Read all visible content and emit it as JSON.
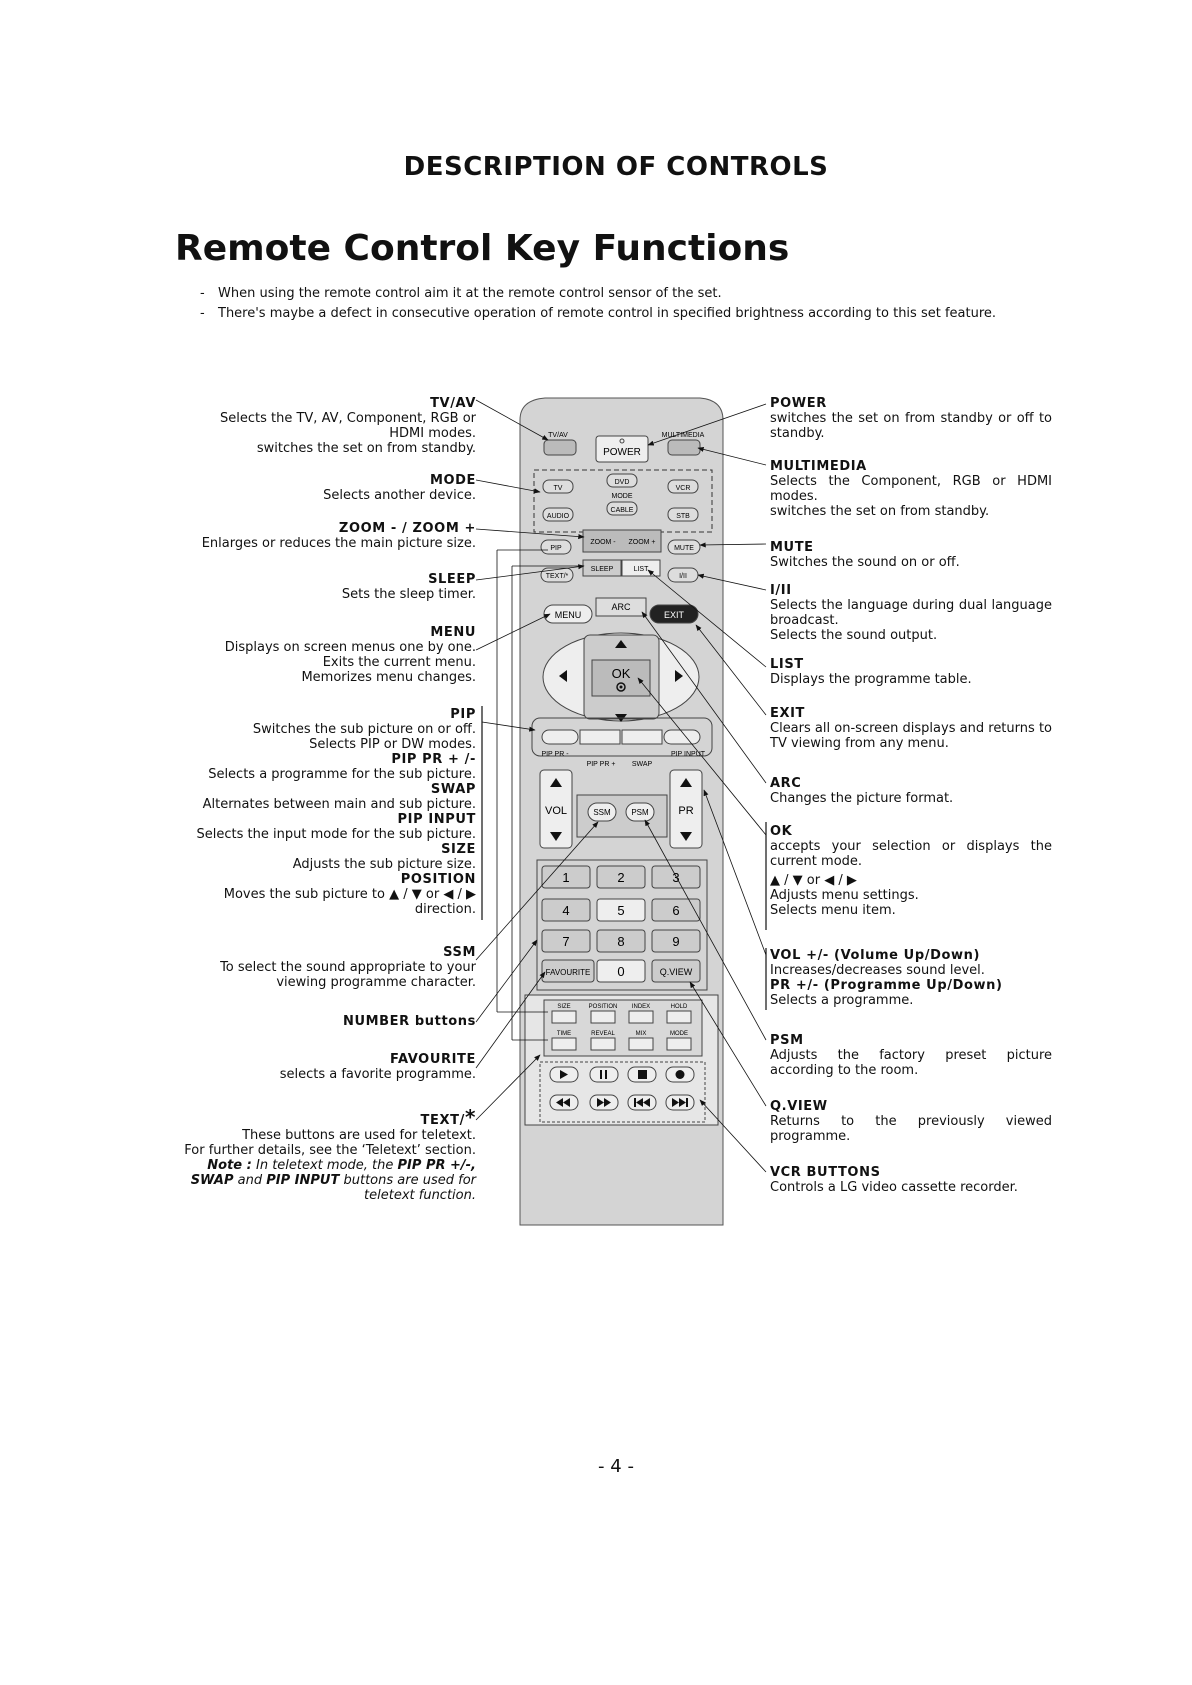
{
  "page_title": "DESCRIPTION OF CONTROLS",
  "section_title": "Remote Control Key Functions",
  "intro": [
    "When using the remote control aim it at the remote control sensor of the set.",
    "There's maybe a defect in consecutive operation of remote control in specified brightness according to this set feature."
  ],
  "left": {
    "tvav": {
      "key": "TV/AV",
      "l1": "Selects the TV, AV, Component, RGB or",
      "l2": "HDMI modes.",
      "l3": "switches the set on from standby."
    },
    "mode": {
      "key": "MODE",
      "l1": "Selects another device."
    },
    "zoom": {
      "key": "ZOOM -  / ZOOM +",
      "l1": "Enlarges or reduces the main picture size."
    },
    "sleep": {
      "key": "SLEEP",
      "l1": "Sets the sleep timer."
    },
    "menu": {
      "key": "MENU",
      "l1": "Displays on screen menus one by one.",
      "l2": "Exits the current menu.",
      "l3": "Memorizes menu changes."
    },
    "pip": {
      "key": "PIP",
      "l1": "Switches the sub picture on or off.",
      "l2": "Selects PIP or DW modes."
    },
    "pippr": {
      "key": "PIP PR + /-",
      "l1": "Selects a programme for the sub picture."
    },
    "swap": {
      "key": "SWAP",
      "l1": "Alternates between main and sub picture."
    },
    "pipinput": {
      "key": "PIP INPUT",
      "l1": "Selects the input mode for the sub picture."
    },
    "size": {
      "key": "SIZE",
      "l1": "Adjusts the sub picture size."
    },
    "position": {
      "key": "POSITION",
      "l1a": "Moves the sub picture to",
      "l1b": "or",
      "l2": "direction."
    },
    "ssm": {
      "key": "SSM",
      "l1": "To select the sound appropriate to your",
      "l2": "viewing programme character."
    },
    "number": {
      "key": "NUMBER buttons"
    },
    "favourite": {
      "key": "FAVOURITE",
      "l1": "selects a favorite programme."
    },
    "text": {
      "key": "TEXT/",
      "star": "*",
      "l1": "These buttons are used for teletext.",
      "l2": "For further details, see the ‘Teletext’ section.",
      "note_label": "Note :",
      "note_a": "In teletext mode, the",
      "note_b": "PIP PR +/-,",
      "note_c": "SWAP",
      "note_d": "and",
      "note_e": "PIP INPUT",
      "note_f": "buttons are used for",
      "note_g": "teletext function."
    }
  },
  "right": {
    "power": {
      "key": "POWER",
      "l1": "switches the set on from standby or off to standby."
    },
    "multimedia": {
      "key": "MULTIMEDIA",
      "l1": "Selects the Component, RGB or HDMI modes.",
      "l2": "switches the set on from standby."
    },
    "mute": {
      "key": "MUTE",
      "l1": "Switches the sound on or off."
    },
    "i_ii": {
      "key": "I/II",
      "l1": "Selects the language during dual language broadcast.",
      "l2": "Selects the sound output."
    },
    "list": {
      "key": "LIST",
      "l1": "Displays the programme table."
    },
    "exit": {
      "key": "EXIT",
      "l1": "Clears all on-screen displays and returns to TV viewing from any menu."
    },
    "arc": {
      "key": "ARC",
      "l1": "Changes the picture format."
    },
    "ok": {
      "key": "OK",
      "l1": "accepts your selection or displays the current mode.",
      "l2_or": "or",
      "l3": "Adjusts menu settings.",
      "l4": "Selects menu item."
    },
    "vol": {
      "key": "VOL +/-  (Volume Up/Down)",
      "l1": "Increases/decreases sound level.",
      "key2": "PR +/-  (Programme Up/Down)",
      "l2": "Selects a programme."
    },
    "psm": {
      "key": "PSM",
      "l1": "Adjusts the factory preset picture according to the room."
    },
    "qview": {
      "key": "Q.VIEW",
      "l1": "Returns to the previously viewed programme."
    },
    "vcr": {
      "key": "VCR BUTTONS",
      "l1": "Controls a LG video cassette recorder."
    }
  },
  "remote": {
    "tvav": "TV/AV",
    "power": "POWER",
    "multimedia": "MULTIMEDIA",
    "tv": "TV",
    "dvd": "DVD",
    "vcr": "VCR",
    "mode": "MODE",
    "cable": "CABLE",
    "audio": "AUDIO",
    "stb": "STB",
    "pip": "PIP",
    "zoom_minus": "ZOOM -",
    "zoom_plus": "ZOOM +",
    "mute": "MUTE",
    "text": "TEXT/*",
    "sleep": "SLEEP",
    "list": "LIST",
    "i_ii": "I/II",
    "menu": "MENU",
    "arc": "ARC",
    "exit": "EXIT",
    "ok": "OK",
    "pip_pr_minus": "PIP PR -",
    "pip_pr_plus": "PIP PR +",
    "swap": "SWAP",
    "pip_input": "PIP INPUT",
    "vol": "VOL",
    "ssm": "SSM",
    "psm": "PSM",
    "pr": "PR",
    "digits": [
      "1",
      "2",
      "3",
      "4",
      "5",
      "6",
      "7",
      "8",
      "9"
    ],
    "zero": "0",
    "favourite": "FAVOURITE",
    "qview": "Q.VIEW",
    "ttx_row1": [
      "SIZE",
      "POSITION",
      "INDEX",
      "HOLD"
    ],
    "ttx_row2": [
      "TIME",
      "REVEAL",
      "MIX",
      "MODE"
    ]
  },
  "page_number": "- 4 -"
}
